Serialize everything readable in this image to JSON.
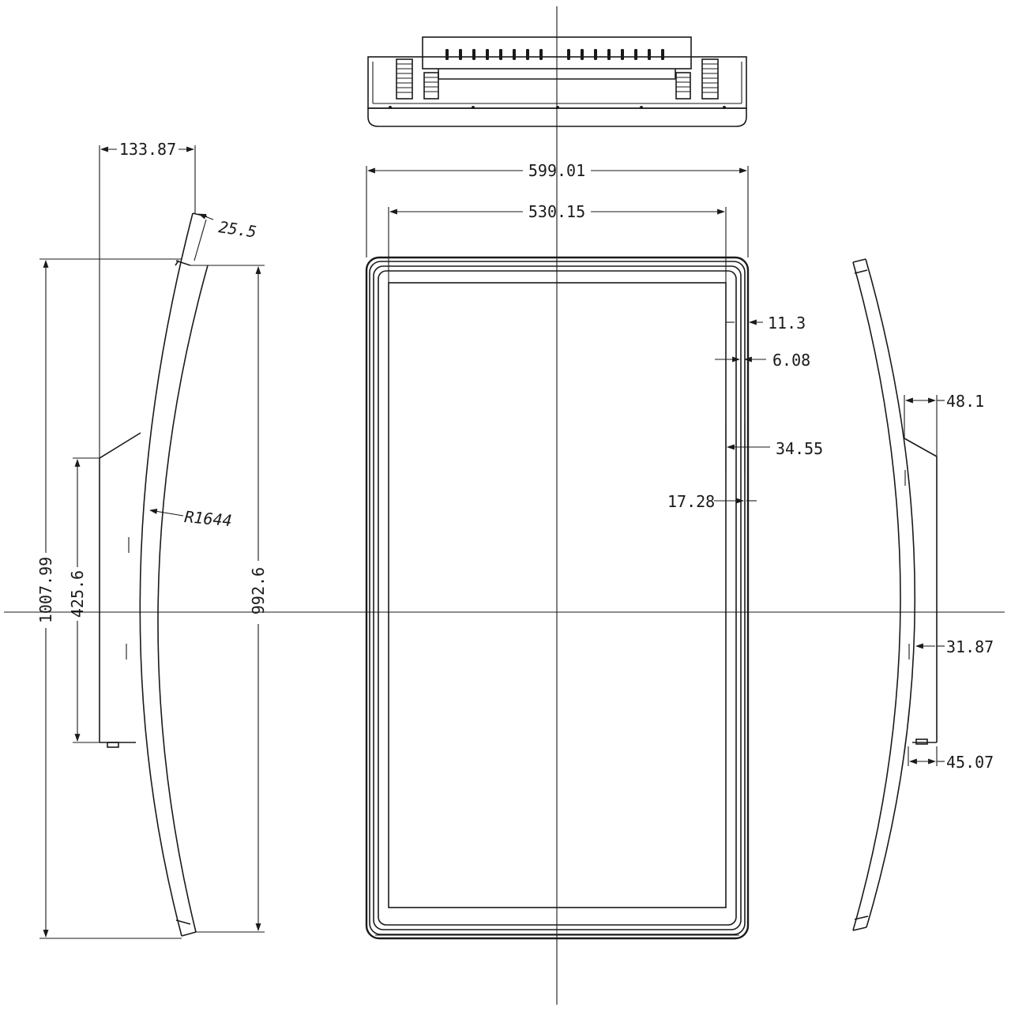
{
  "diagram": {
    "top_view": {
      "label": ""
    },
    "front_view": {
      "width_outer": "599.01",
      "width_inner": "530.15",
      "bezel_1": "11.3",
      "bezel_2": "6.08",
      "bezel_3": "34.55",
      "bezel_4": "17.28"
    },
    "left_side_view": {
      "depth": "133.87",
      "top_angle": "25.5",
      "radius": "R1644",
      "total_height": "1007.99",
      "mount_height": "425.6",
      "screen_height": "992.6"
    },
    "right_side_view": {
      "mount_depth": "48.1",
      "mid_depth": "31.87",
      "bottom_depth": "45.07"
    }
  },
  "colors": {
    "line": "#1a1a1a",
    "background": "#ffffff"
  }
}
